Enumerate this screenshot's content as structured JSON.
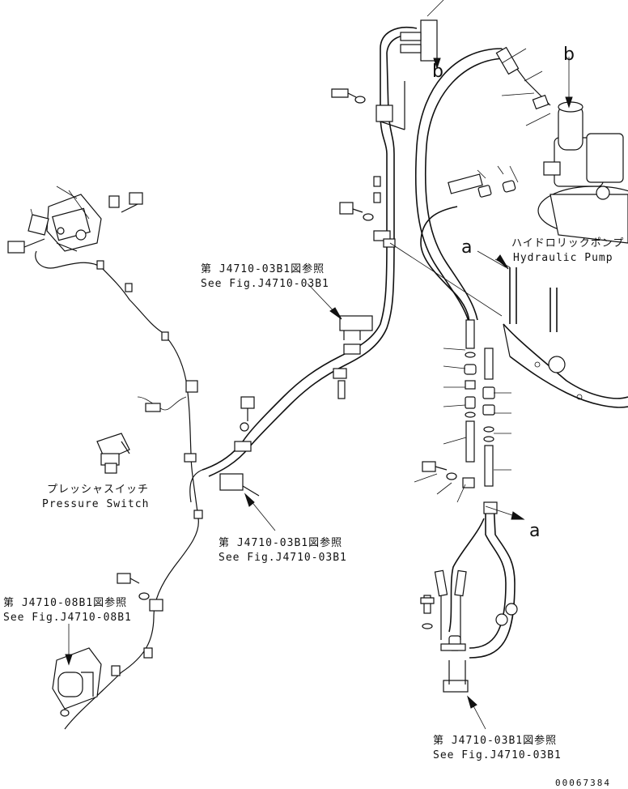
{
  "labels": {
    "hydraulic_pump_jp": "ハイドロリックポンプ",
    "hydraulic_pump_en": "Hydraulic Pump",
    "pressure_switch_jp": "プレッシャスイッチ",
    "pressure_switch_en": "Pressure Switch",
    "ref_a_jp": "第 J4710-03B1図参照",
    "ref_a_en": "See Fig.J4710-03B1",
    "ref_b_jp": "第 J4710-03B1図参照",
    "ref_b_en": "See Fig.J4710-03B1",
    "ref_c_jp": "第 J4710-08B1図参照",
    "ref_c_en": "See Fig.J4710-08B1",
    "ref_d_jp": "第 J4710-03B1図参照",
    "ref_d_en": "See Fig.J4710-03B1",
    "letter_b_top": "b",
    "letter_b_pump": "b",
    "letter_a_pump": "a",
    "letter_a_right": "a",
    "drawing_number": "00067384"
  }
}
